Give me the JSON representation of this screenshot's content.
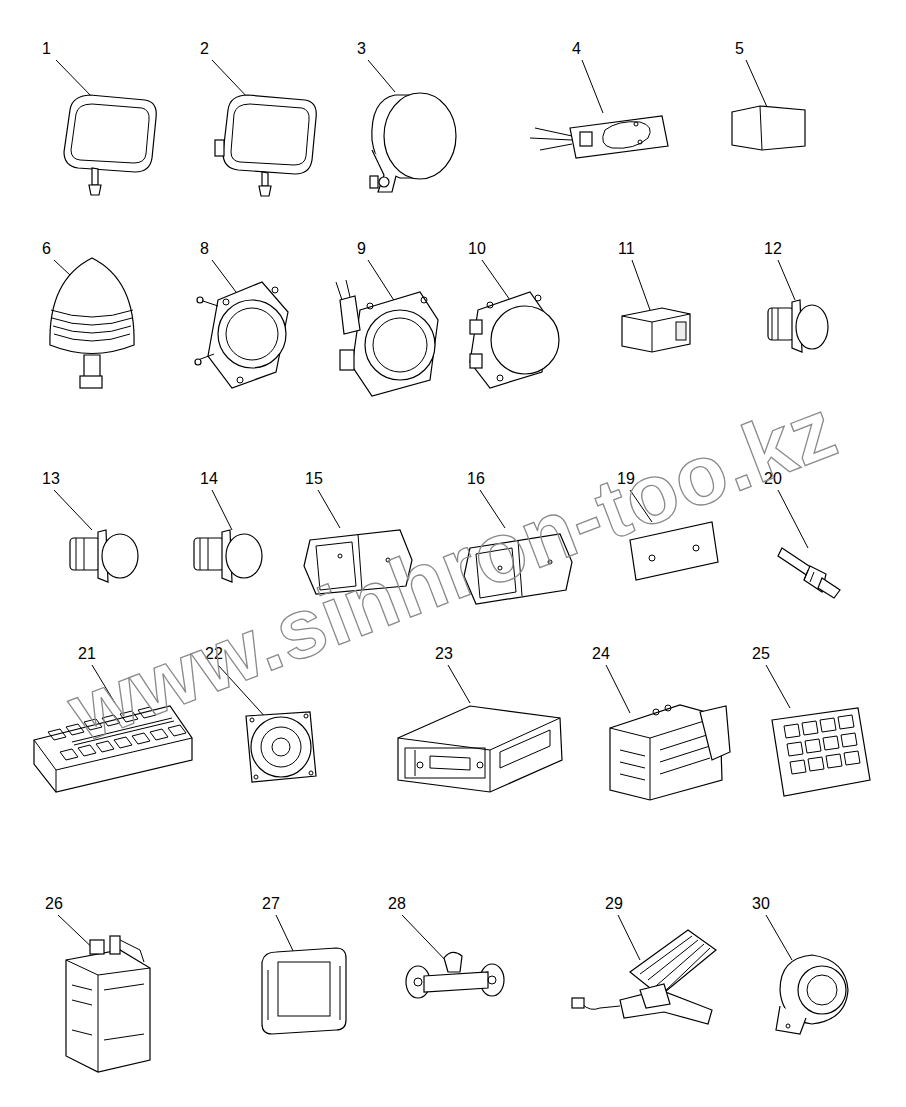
{
  "diagram": {
    "labels": [
      "1",
      "2",
      "3",
      "4",
      "5",
      "6",
      "8",
      "9",
      "10",
      "11",
      "12",
      "13",
      "14",
      "15",
      "16",
      "19",
      "20",
      "21",
      "22",
      "23",
      "24",
      "25",
      "26",
      "27",
      "28",
      "29",
      "30",
      "www.sinhron-too.kz"
    ]
  }
}
